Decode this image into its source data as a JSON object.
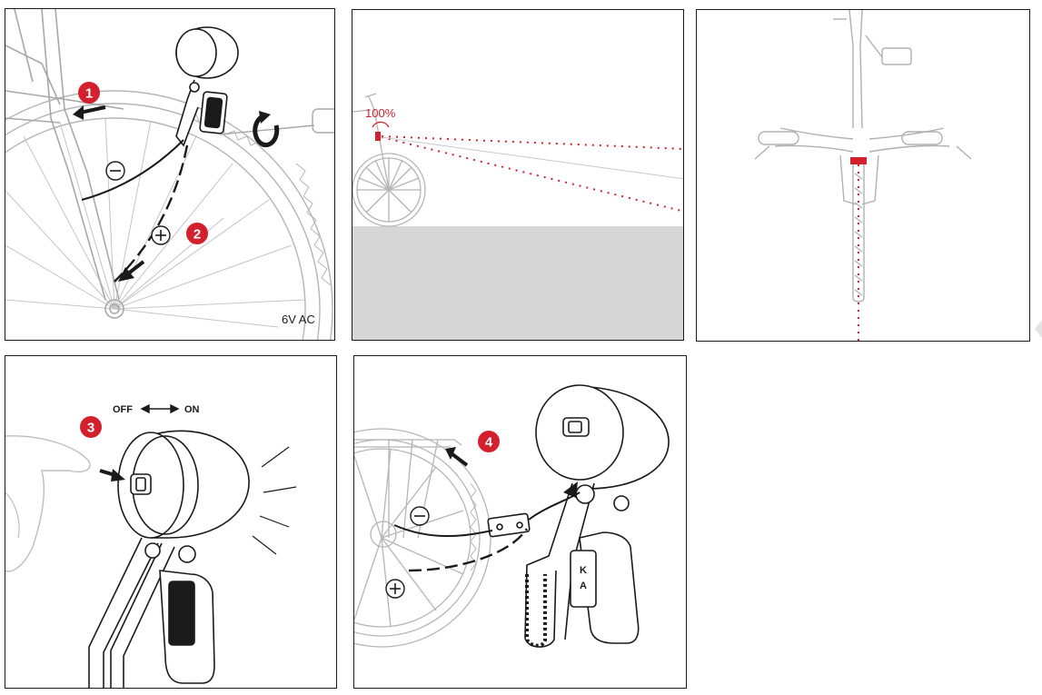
{
  "colors": {
    "accent_red": "#d3202c",
    "line": "#1a1a1a",
    "light_line": "#b5b5b5",
    "ground": "#d6d6d6"
  },
  "panel1": {
    "step1": "1",
    "step2": "2",
    "voltage": "6V AC",
    "minus_symbol": "minus-terminal",
    "plus_symbol": "plus-terminal"
  },
  "panel2": {
    "beam_percent": "100%"
  },
  "panel3": {},
  "panel4": {
    "step3": "3",
    "off_label": "OFF",
    "on_label": "ON"
  },
  "panel5": {
    "step4": "4",
    "k_label": "K",
    "a_label": "A"
  }
}
